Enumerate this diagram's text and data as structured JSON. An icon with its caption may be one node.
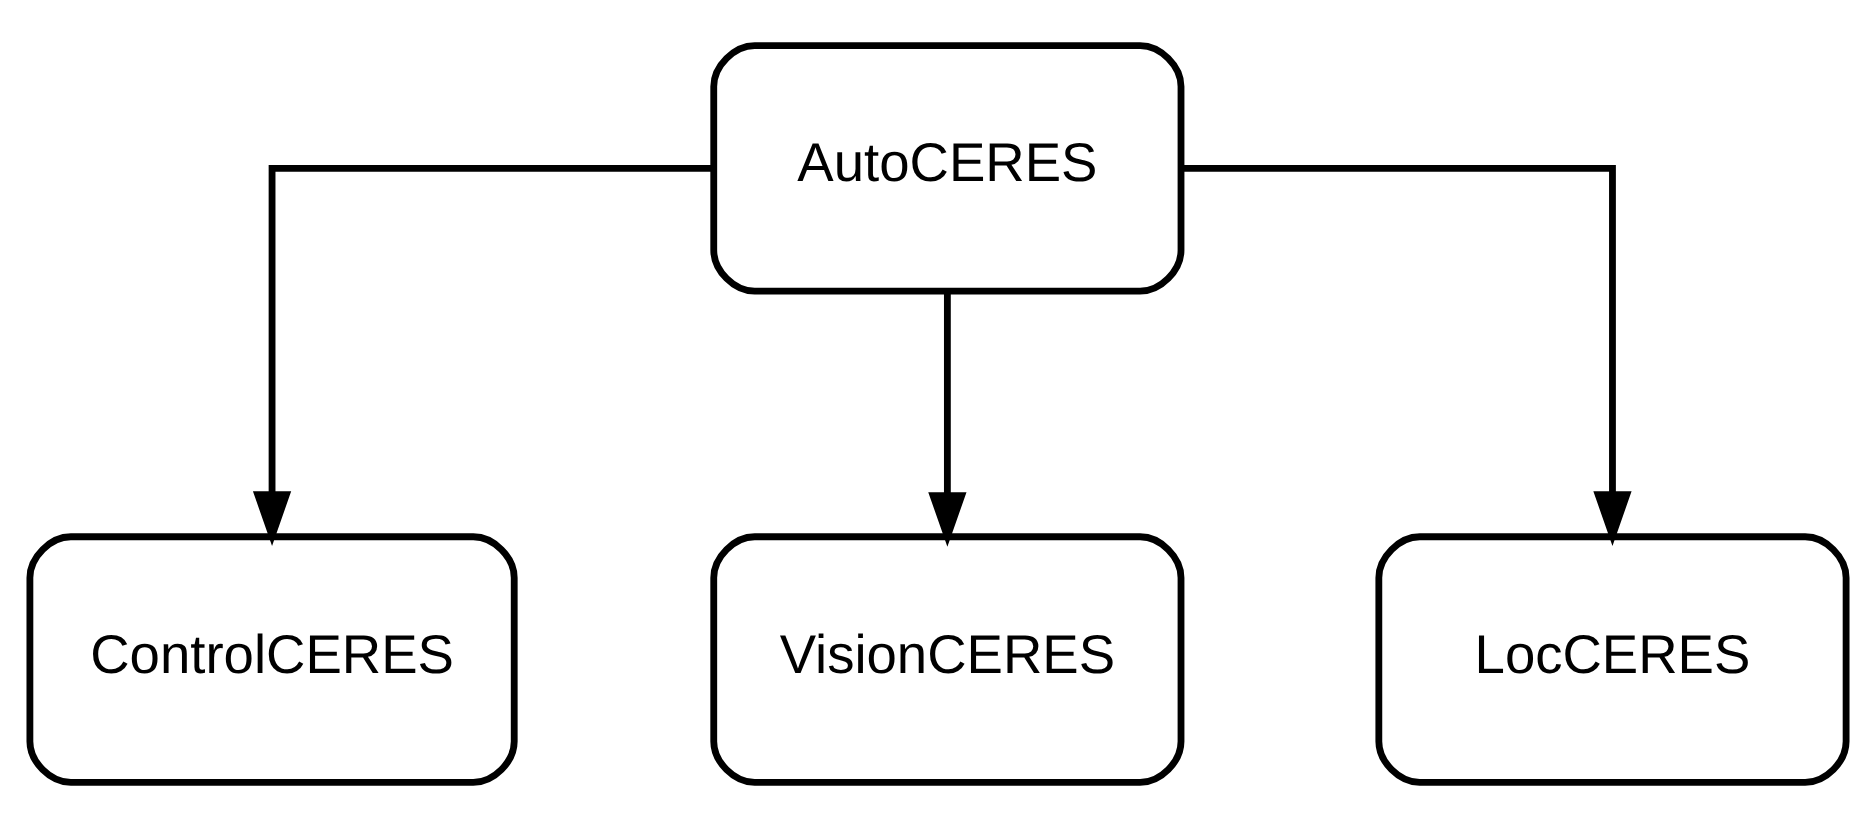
{
  "diagram": {
    "nodes": [
      {
        "text": [
          "AutoCERES"
        ]
      },
      {
        "text": [
          "ControlCERES"
        ]
      },
      {
        "text": [
          "VisionCERES"
        ]
      },
      {
        "text": [
          "LocCERES"
        ]
      }
    ],
    "edges": [
      {
        "from": 0,
        "to": 1,
        "arrow": "to"
      },
      {
        "from": 0,
        "to": 2,
        "arrow": "to"
      },
      {
        "from": 0,
        "to": 3,
        "arrow": "to"
      }
    ]
  }
}
